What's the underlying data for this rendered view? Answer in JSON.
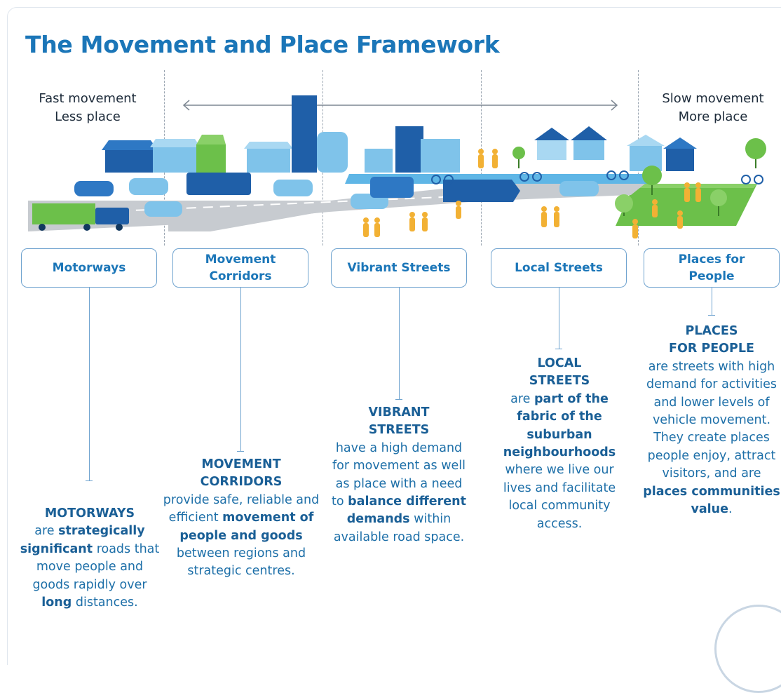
{
  "title": "The Movement and Place Framework",
  "scale": {
    "left_line1": "Fast movement",
    "left_line2": "Less place",
    "right_line1": "Slow movement",
    "right_line2": "More place"
  },
  "categories": [
    {
      "label_line1": "Motorways",
      "label_line2": "",
      "desc_cap1": "MOTORWAYS",
      "desc_cap2": "",
      "desc_parts": [
        {
          "t": "are ",
          "b": false
        },
        {
          "t": "strategically significant",
          "b": true
        },
        {
          "t": " roads that move people and goods rapidly over ",
          "b": false
        },
        {
          "t": "long",
          "b": true
        },
        {
          "t": " distances.",
          "b": false
        }
      ]
    },
    {
      "label_line1": "Movement",
      "label_line2": "Corridors",
      "desc_cap1": "MOVEMENT",
      "desc_cap2": "CORRIDORS",
      "desc_parts": [
        {
          "t": "provide safe, reliable and efficient ",
          "b": false
        },
        {
          "t": "movement of people and goods",
          "b": true
        },
        {
          "t": " between regions and strategic centres.",
          "b": false
        }
      ]
    },
    {
      "label_line1": "Vibrant Streets",
      "label_line2": "",
      "desc_cap1": "VIBRANT",
      "desc_cap2": "STREETS",
      "desc_parts": [
        {
          "t": "have a high demand for movement as well as place with a need to ",
          "b": false
        },
        {
          "t": "balance different demands",
          "b": true
        },
        {
          "t": " within available road space.",
          "b": false
        }
      ]
    },
    {
      "label_line1": "Local Streets",
      "label_line2": "",
      "desc_cap1": "LOCAL",
      "desc_cap2": "STREETS",
      "desc_parts": [
        {
          "t": "are ",
          "b": false
        },
        {
          "t": "part of the fabric of the suburban neighbourhoods",
          "b": true
        },
        {
          "t": " where we live our lives and facilitate local community access.",
          "b": false
        }
      ]
    },
    {
      "label_line1": "Places for",
      "label_line2": "People",
      "desc_cap1": "PLACES",
      "desc_cap2": "FOR PEOPLE",
      "desc_parts": [
        {
          "t": "are streets with high demand for activities and lower levels of vehicle movement. They create places people enjoy, attract visitors, and are ",
          "b": false
        },
        {
          "t": "places communities value",
          "b": true
        },
        {
          "t": ".",
          "b": false
        }
      ]
    }
  ],
  "colors": {
    "brand_blue": "#1b76b8",
    "road_grey": "#c7cbd0",
    "park_green": "#6cc04a",
    "people_orange": "#f2b134"
  }
}
